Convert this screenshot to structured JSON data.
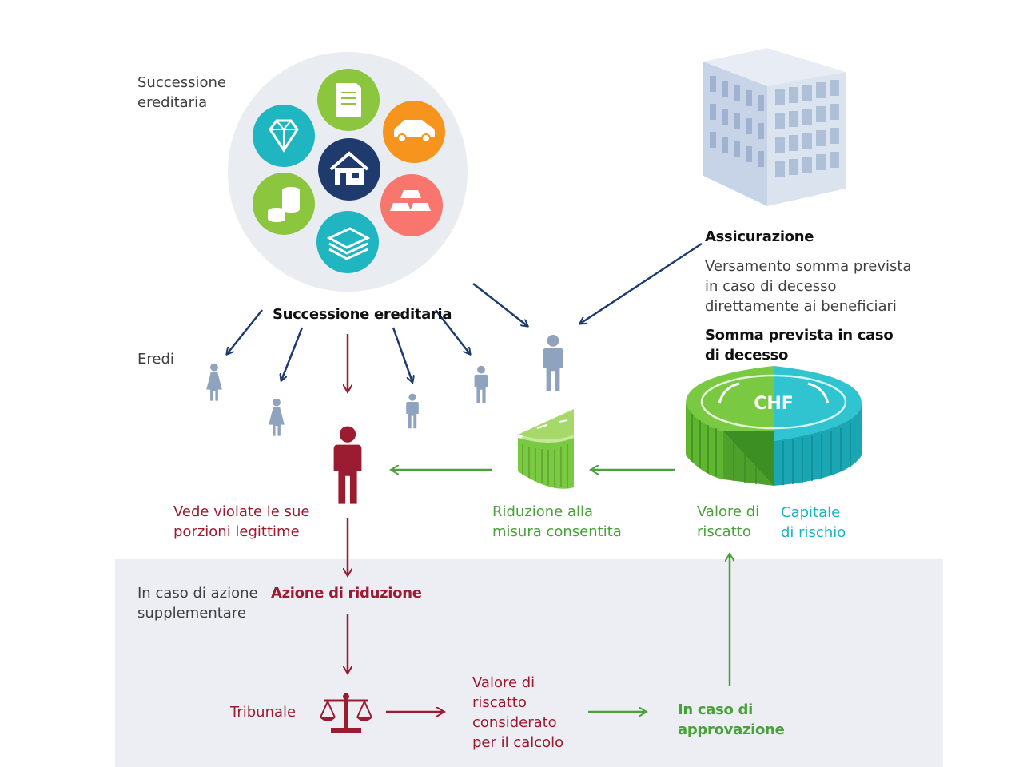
{
  "labels": {
    "succession_top": [
      "Successione",
      "ereditaria"
    ],
    "heirs": "Eredi",
    "succession_center": "Successione ereditaria",
    "insurance_title": "Assicurazione",
    "insurance_desc": [
      "Versamento somma prevista",
      "in caso di decesso",
      "direttamente ai beneficiari"
    ],
    "death_sum": [
      "Somma prevista in caso",
      "di decesso"
    ],
    "violated": [
      "Vede violate le sue",
      "porzioni legittime"
    ],
    "reduction": [
      "Riduzione alla",
      "misura consentita"
    ],
    "surrender_value": [
      "Valore di",
      "riscatto"
    ],
    "risk_capital": [
      "Capitale",
      "di rischio"
    ],
    "supplementary": [
      "In caso di azione",
      "supplementare"
    ],
    "action": "Azione di riduzione",
    "court": "Tribunale",
    "surrender_calc": [
      "Valore di",
      "riscatto",
      "considerato",
      "per il calcolo"
    ],
    "approval": [
      "In caso di",
      "approvazione"
    ],
    "coin_text": "CHF"
  },
  "colors": {
    "navy": "#1f3b6e",
    "dark_red": "#9b1b30",
    "green": "#4aa03a",
    "lime": "#7ac943",
    "teal": "#14b6c4",
    "person_gray": "#8fa3bf",
    "panel": "#eceef3",
    "circle_bg": "#e9edf2"
  },
  "asset_icons": [
    "document-icon",
    "car-icon",
    "diamond-icon",
    "house-icon",
    "coins-icon",
    "gold-bars-icon",
    "money-stack-icon"
  ]
}
